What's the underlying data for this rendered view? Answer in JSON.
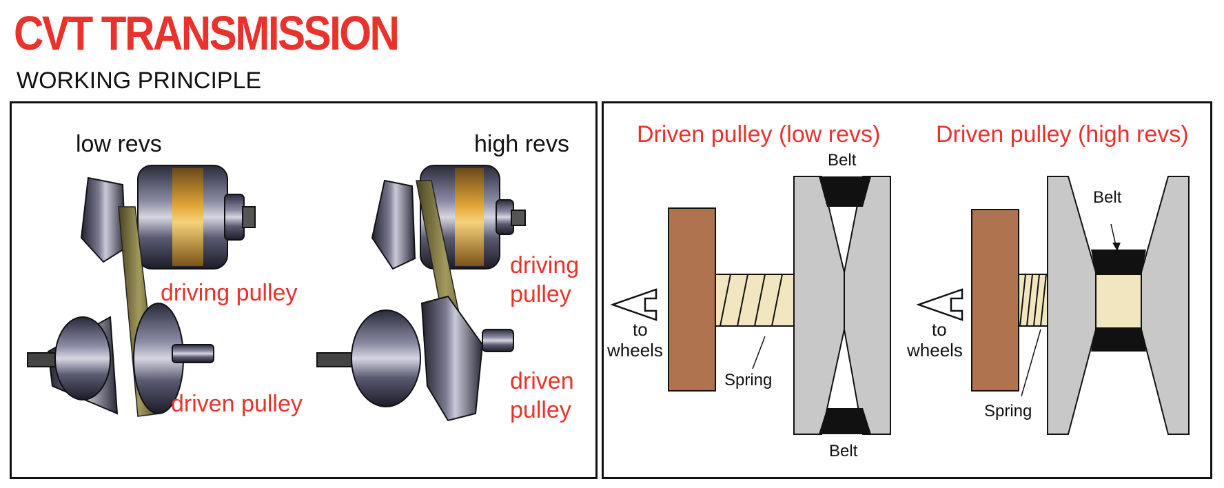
{
  "header": {
    "title": "CVT TRANSMISSION",
    "subtitle": "WORKING PRINCIPLE"
  },
  "left_panel": {
    "low_revs": {
      "label": "low revs",
      "driving_label": "driving pulley",
      "driven_label": "driven pulley"
    },
    "high_revs": {
      "label": "high revs",
      "driving_label_1": "driving",
      "driving_label_2": "pulley",
      "driven_label_1": "driven",
      "driven_label_2": "pulley"
    }
  },
  "right_panel": {
    "low": {
      "title": "Driven pulley (low revs)",
      "belt_top": "Belt",
      "belt_bottom": "Belt",
      "spring": "Spring",
      "to": "to",
      "wheels": "wheels"
    },
    "high": {
      "title": "Driven pulley (high revs)",
      "belt": "Belt",
      "spring": "Spring",
      "to": "to",
      "wheels": "wheels"
    }
  },
  "colors": {
    "title_red": "#e8322b",
    "sheave_gray": "#c8c8c8",
    "wheel_brown": "#b0734f",
    "spring_cream": "#f1e6bf",
    "belt_black": "#111111"
  }
}
